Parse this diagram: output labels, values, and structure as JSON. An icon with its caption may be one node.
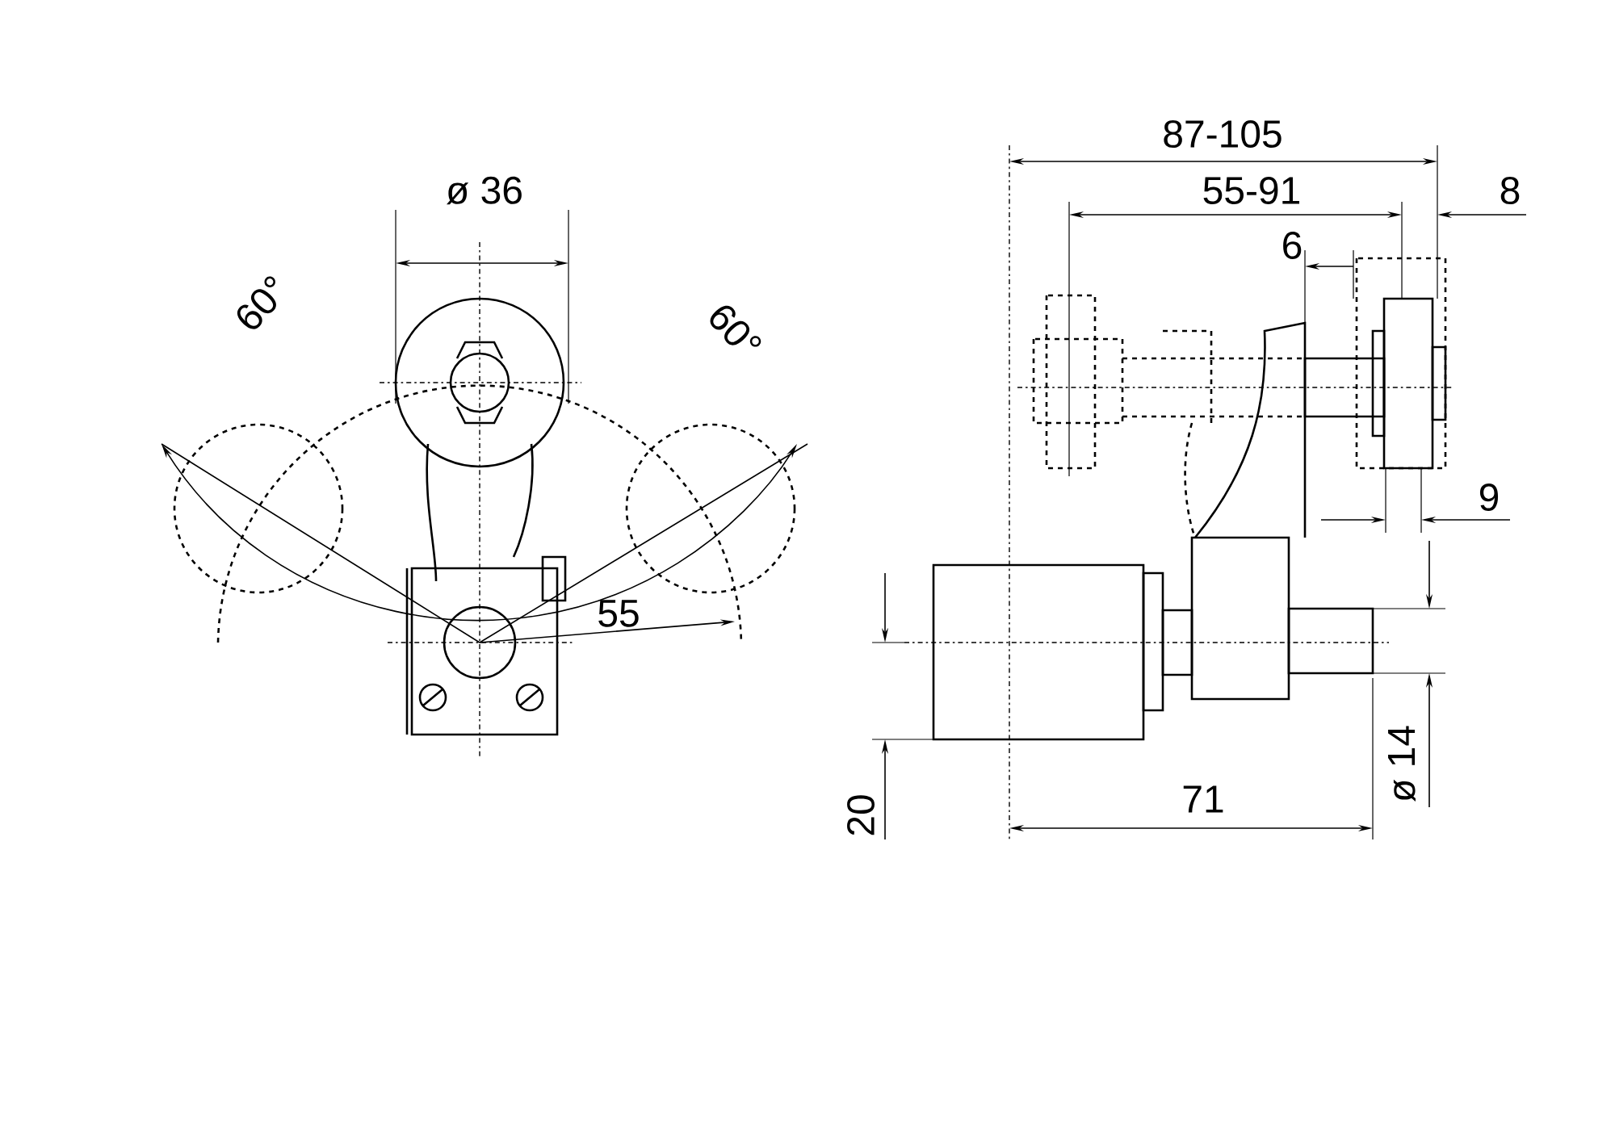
{
  "diagram": {
    "labels": [
      "ø 36",
      "60°",
      "60°",
      "55",
      "87-105",
      "55-91",
      "8",
      "6",
      "9",
      "20",
      "71",
      "ø 14"
    ]
  }
}
